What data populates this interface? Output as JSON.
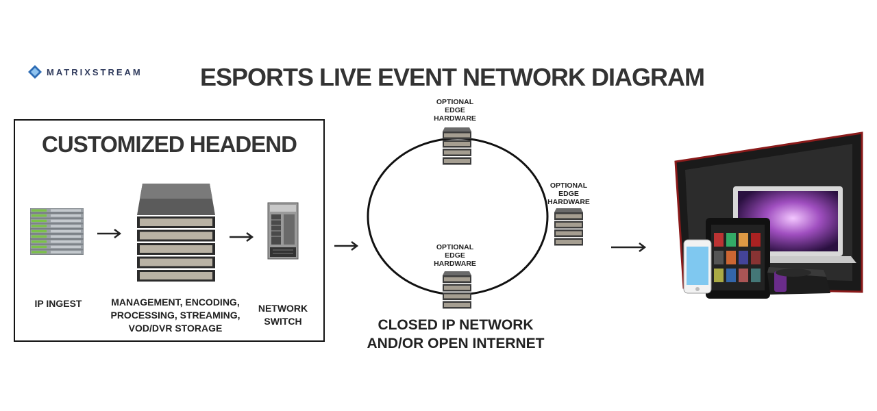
{
  "logo": {
    "text": "MATRIXSTREAM"
  },
  "title": "ESPORTS LIVE EVENT NETWORK DIAGRAM",
  "headend": {
    "title": "CUSTOMIZED HEADEND",
    "ingest_label": "IP INGEST",
    "server_label_lines": [
      "MANAGEMENT, ENCODING,",
      "PROCESSING, STREAMING,",
      "VOD/DVR STORAGE"
    ],
    "switch_label_lines": [
      "NETWORK",
      "SWITCH"
    ]
  },
  "network": {
    "label_lines": [
      "CLOSED IP NETWORK",
      "AND/OR OPEN INTERNET"
    ],
    "edge_label_lines": [
      "OPTIONAL",
      "EDGE",
      "HARDWARE"
    ]
  },
  "colors": {
    "text": "#2a2a2a",
    "accent_logo": "#2f6db5",
    "ingest_green": "#7cc04a",
    "tv_red": "#8a1a1a"
  }
}
